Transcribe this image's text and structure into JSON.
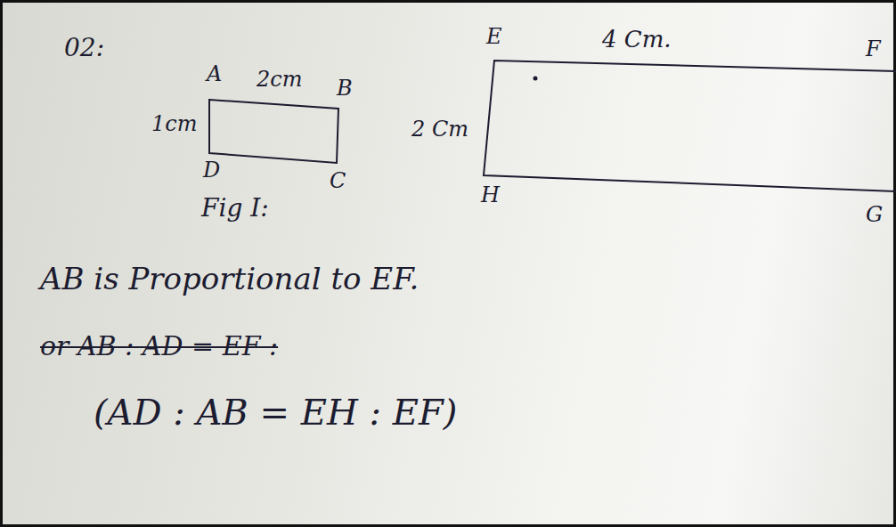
{
  "diagram": {
    "labels": [
      "02:",
      "A",
      "2cm",
      "B",
      "1cm",
      "D",
      "C",
      "Fig I:",
      "E",
      "4 Cm.",
      "F",
      "2 Cm",
      "H",
      "G",
      "AB is Proportional to EF.",
      "or AB : AD = EF :",
      "(AD : AB = EH : EF)"
    ]
  }
}
